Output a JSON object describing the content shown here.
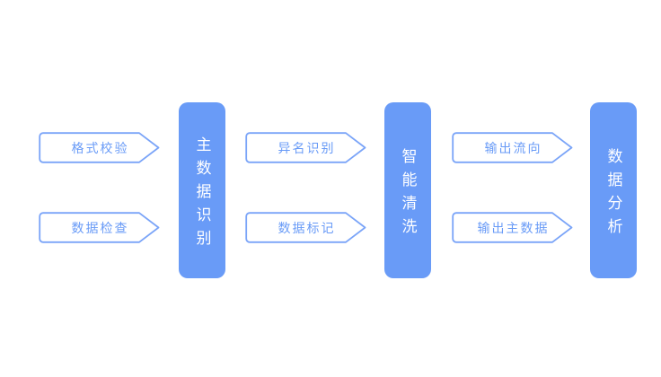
{
  "theme": {
    "accent": "#699bf7",
    "arrow-border": "#7aa4f8",
    "bg": "#ffffff"
  },
  "diagram": {
    "stages": [
      {
        "label": "主数据识别",
        "inputs": [
          "格式校验",
          "数据检查"
        ]
      },
      {
        "label": "智能清洗",
        "inputs": [
          "异名识别",
          "数据标记"
        ]
      },
      {
        "label": "数据分析",
        "inputs": [
          "输出流向",
          "输出主数据"
        ]
      }
    ]
  }
}
